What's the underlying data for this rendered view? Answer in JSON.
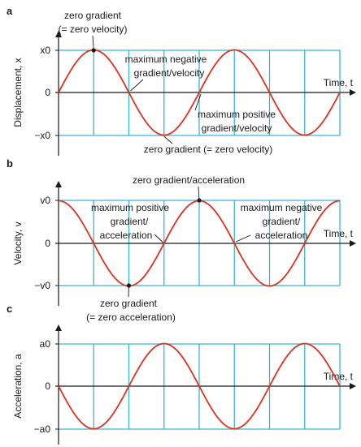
{
  "colors": {
    "curve": "#e0301e",
    "grid": "#38b6d8",
    "axis": "#1a1a1a",
    "text": "#1a1a1a"
  },
  "chart_data": [
    {
      "panel": "a",
      "type": "line",
      "ylabel": "Displacement, x",
      "xlabel": "Time, t",
      "yticks": [
        "x0",
        "0",
        "−x0"
      ],
      "function": "sin",
      "cycles": 2,
      "x": [
        0,
        0.125,
        0.25,
        0.375,
        0.5,
        0.625,
        0.75,
        0.875,
        1
      ],
      "values": [
        0,
        1,
        0,
        -1,
        0,
        1,
        0,
        -1,
        0
      ],
      "annotations": [
        {
          "text": "zero gradient",
          "point": 0.125
        },
        {
          "text": "(= zero velocity)"
        },
        {
          "text": "maximum negative"
        },
        {
          "text": "gradient/velocity",
          "point": 0.25
        },
        {
          "text": "maximum positive",
          "point": 0.5
        },
        {
          "text": "gradient/velocity"
        },
        {
          "text": "zero gradient (= zero velocity)",
          "point": 0.375
        }
      ]
    },
    {
      "panel": "b",
      "type": "line",
      "ylabel": "Velocity, v",
      "xlabel": "Time, t",
      "yticks": [
        "v0",
        "0",
        "−v0"
      ],
      "function": "cos",
      "cycles": 2,
      "x": [
        0,
        0.125,
        0.25,
        0.375,
        0.5,
        0.625,
        0.75,
        0.875,
        1
      ],
      "values": [
        1,
        0,
        -1,
        0,
        1,
        0,
        -1,
        0,
        1
      ],
      "annotations": [
        {
          "text": "zero gradient/acceleration",
          "point": 0.5
        },
        {
          "text": "maximum positive"
        },
        {
          "text": "gradient/"
        },
        {
          "text": "acceleration",
          "point": 0.375
        },
        {
          "text": "maximum negative"
        },
        {
          "text": "gradient/"
        },
        {
          "text": "acceleration",
          "point": 0.625
        },
        {
          "text": "zero gradient",
          "point": 0.25
        },
        {
          "text": "(= zero acceleration)"
        }
      ]
    },
    {
      "panel": "c",
      "type": "line",
      "ylabel": "Acceleration, a",
      "xlabel": "Time, t",
      "yticks": [
        "a0",
        "0",
        "−a0"
      ],
      "function": "-sin",
      "cycles": 2,
      "x": [
        0,
        0.125,
        0.25,
        0.375,
        0.5,
        0.625,
        0.75,
        0.875,
        1
      ],
      "values": [
        0,
        -1,
        0,
        1,
        0,
        -1,
        0,
        1,
        0
      ],
      "annotations": []
    }
  ]
}
